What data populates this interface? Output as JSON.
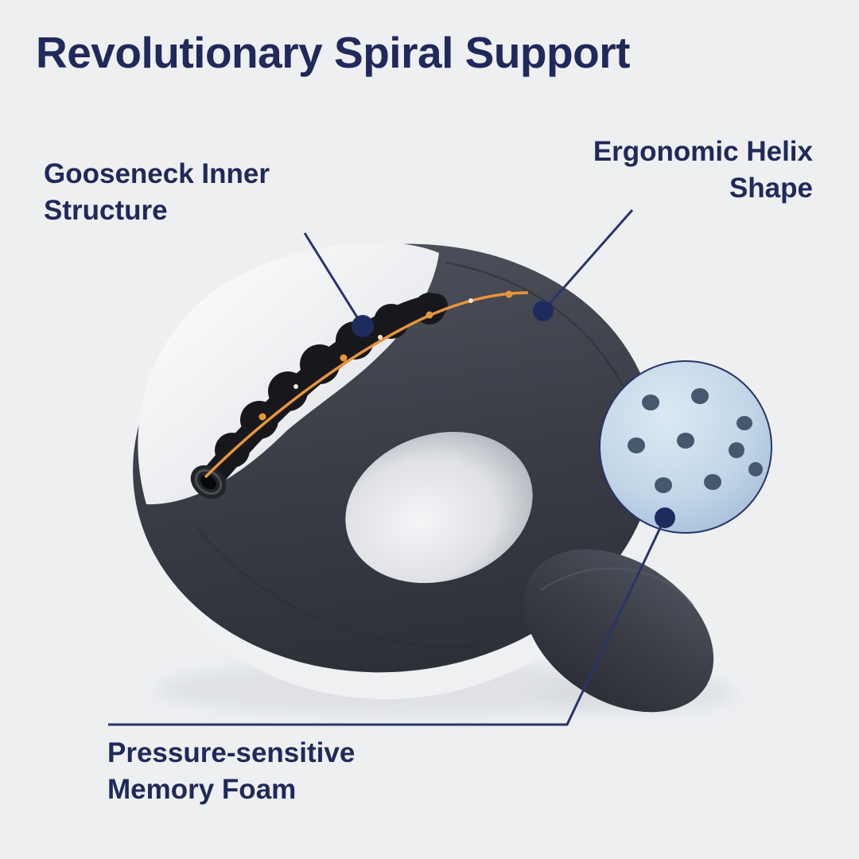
{
  "title": "Revolutionary Spiral Support",
  "labels": {
    "gooseneck": {
      "line1": "Gooseneck Inner",
      "line2": "Structure"
    },
    "helix": {
      "line1": "Ergonomic Helix",
      "line2": "Shape"
    },
    "foam": {
      "line1": "Pressure-sensitive",
      "line2": "Memory Foam"
    }
  },
  "colors": {
    "background": "#edeff1",
    "text_navy": "#20295a",
    "leader_line": "#2a3468",
    "dot_navy": "#1d2b5f",
    "pillow_dark": "#3a3d46",
    "pillow_light": "#eef0f2",
    "cut_face": "#f7f8fa",
    "tube_black": "#17181c",
    "spine_orange": "#e8953c",
    "foam_blue": "#c2d6e8",
    "foam_hole": "#46586e"
  }
}
